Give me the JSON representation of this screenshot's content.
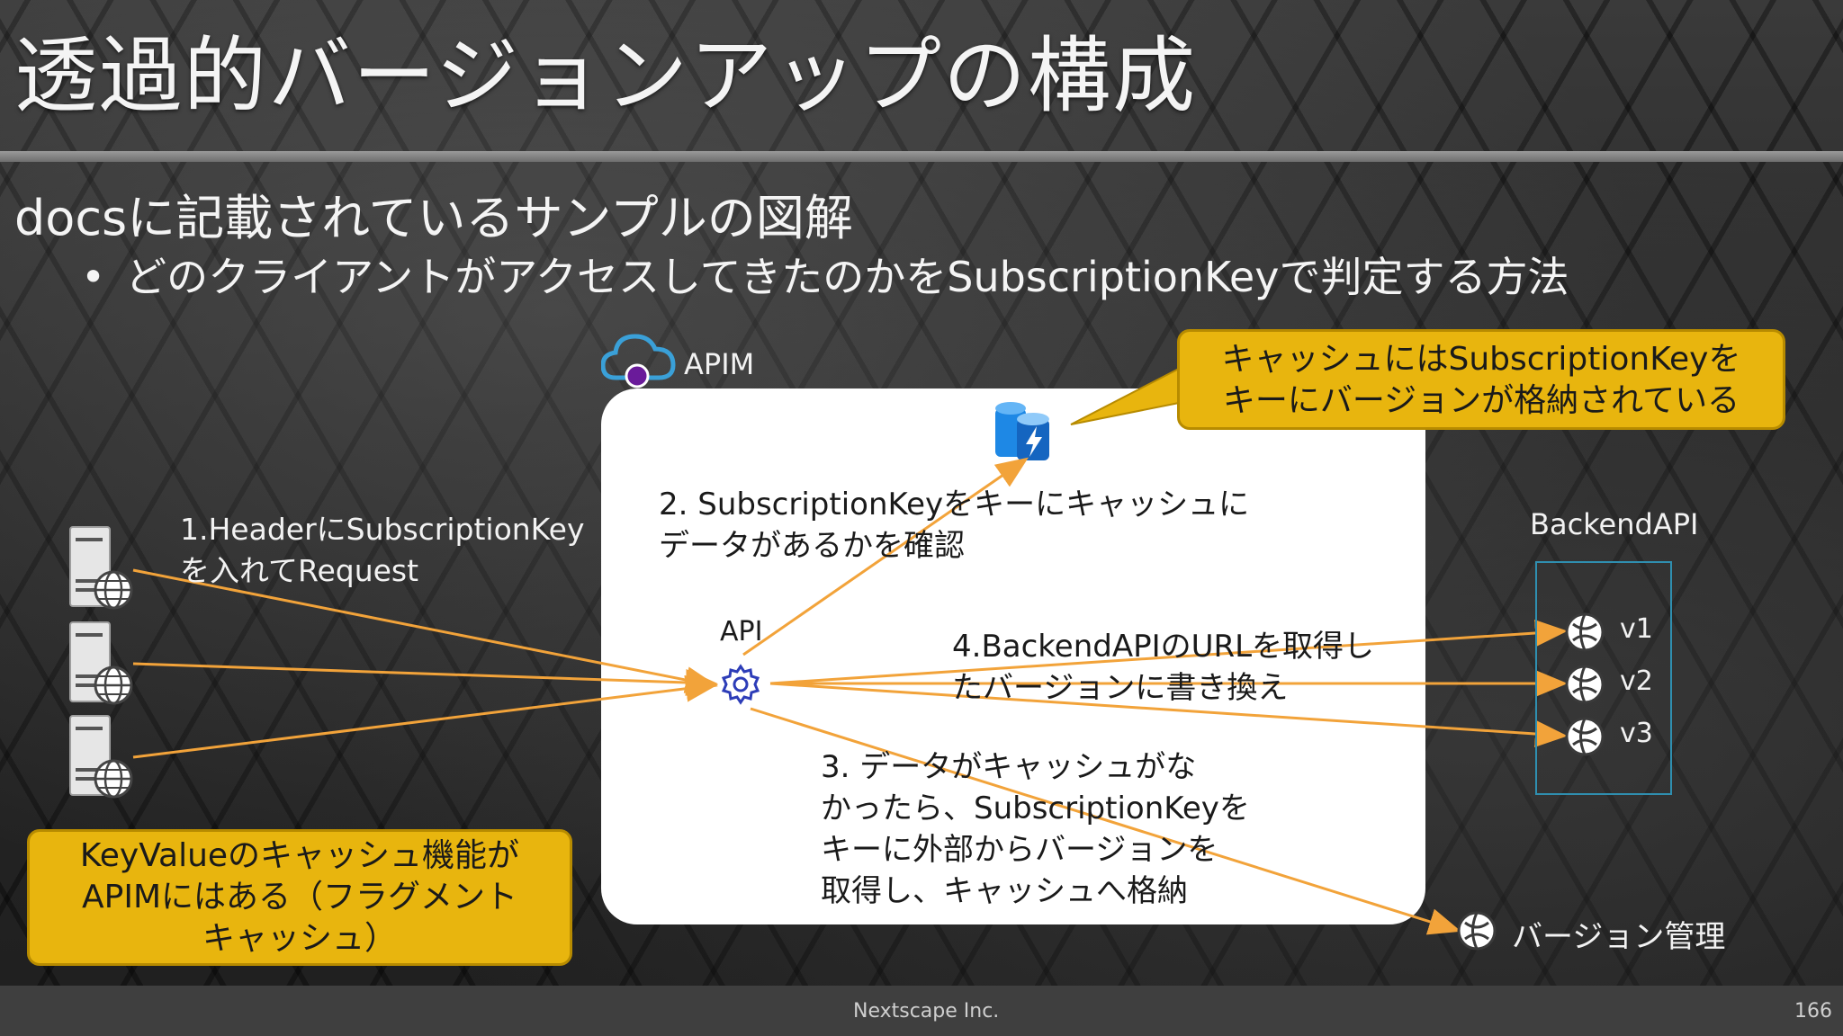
{
  "slide": {
    "title": "透過的バージョンアップの構成",
    "subtitle": "docsに記載されているサンプルの図解",
    "bullet": "どのクライアントがアクセスしてきたのかをSubscriptionKeyで判定する方法",
    "bullet_marker": "•"
  },
  "diagram": {
    "apim_label": "APIM",
    "api_label": "API",
    "backend_label": "BackendAPI",
    "versions": [
      "v1",
      "v2",
      "v3"
    ],
    "version_mgmt_label": "バージョン管理",
    "step1": [
      "1.HeaderにSubscriptionKey",
      "を入れてRequest"
    ],
    "step2": [
      "2. SubscriptionKeyをキーにキャッシュに",
      "データがあるかを確認"
    ],
    "step3": [
      "3. データがキャッシュがな",
      "かったら、SubscriptionKeyを",
      "キーに外部からバージョンを",
      "取得し、キャッシュへ格納"
    ],
    "step4": [
      "4.BackendAPIのURLを取得し",
      "たバージョンに書き換え"
    ],
    "callout_cache": [
      "キャッシュにはSubscriptionKeyを",
      "キーにバージョンが格納されている"
    ],
    "callout_keyvalue": [
      "KeyValueのキャッシュ機能が",
      "APIMにはある（フラグメント",
      "キャッシュ）"
    ],
    "icons": {
      "client_servers": "server-globe-icon",
      "apim": "cloud-gateway-icon",
      "cache": "cache-database-icon",
      "api": "gear-icon",
      "backend": "web-app-icon"
    }
  },
  "colors": {
    "arrow": "#f2a33a",
    "callout_fill": "#e8b50e",
    "backend_border": "#2f8fb0",
    "apim_cloud": "#3aa0d8"
  },
  "footer": {
    "company": "Nextscape Inc.",
    "page_number": "166"
  }
}
